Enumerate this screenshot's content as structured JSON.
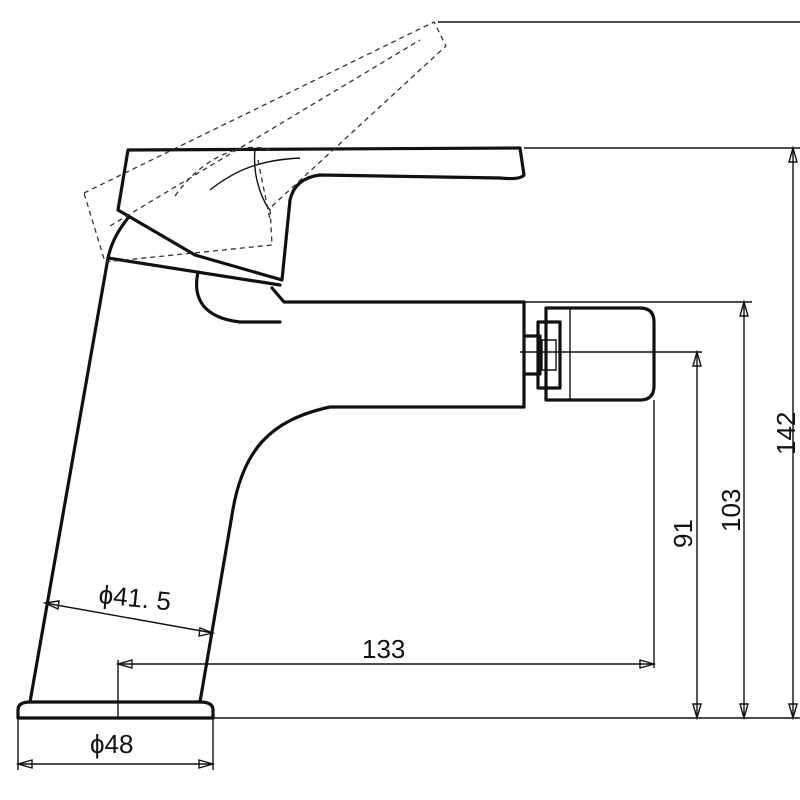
{
  "dimensions": {
    "base_diameter": "ϕ48",
    "body_diameter": "ϕ41. 5",
    "spout_reach": "133",
    "height_outlet": "91",
    "height_spout_top": "103",
    "height_total": "142"
  },
  "colors": {
    "line": "#111111",
    "background": "#ffffff"
  }
}
